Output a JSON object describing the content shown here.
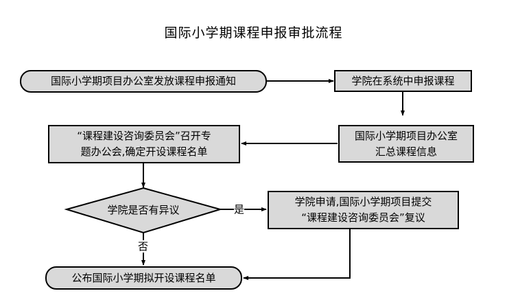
{
  "title": "国际小学期课程申报审批流程",
  "nodes": {
    "start": "国际小学期项目办公室发放课程申报通知",
    "college_submit": "学院在系统中申报课程",
    "office_summary_line1": "国际小学期项目办公室",
    "office_summary_line2": "汇总课程信息",
    "committee_meeting_line1": "“课程建设咨询委员会”召开专",
    "committee_meeting_line2": "题办公会,确定开设课程名单",
    "decision": "学院是否有异议",
    "appeal_line1": "学院申请,国际小学期项目提交",
    "appeal_line2": "“课程建设咨询委员会”复议",
    "end": "公布国际小学期拟开设课程名单"
  },
  "edge_labels": {
    "yes": "是",
    "no": "否"
  },
  "colors": {
    "node_fill": "#d9d9d9",
    "stroke": "#000000",
    "background": "#ffffff"
  }
}
